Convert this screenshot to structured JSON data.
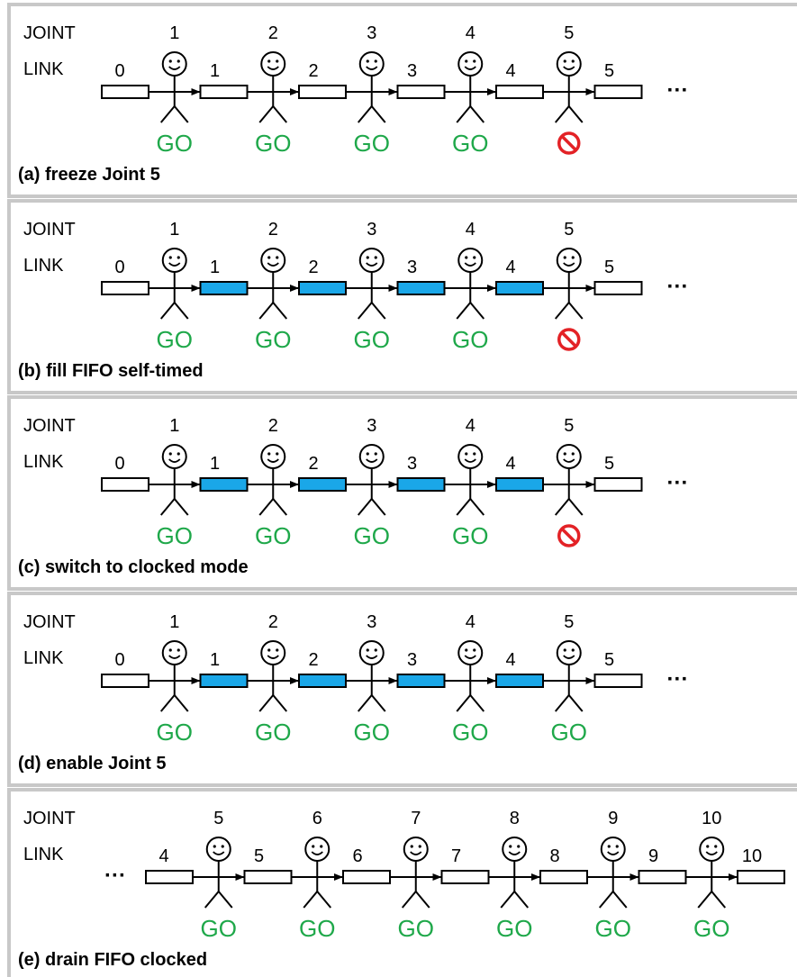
{
  "colors": {
    "panel_border": "#c8c8c8",
    "fifo_fill": "#1aa7e8",
    "empty_fill": "#ffffff",
    "go_text": "#1fa84a",
    "stop_sign": "#e32226"
  },
  "labels": {
    "joint": "JOINT",
    "link": "LINK",
    "go": "GO",
    "ellipsis": "···"
  },
  "panels": [
    {
      "caption": "(a) freeze Joint 5",
      "joints": [
        {
          "number": "1",
          "state": "go"
        },
        {
          "number": "2",
          "state": "go"
        },
        {
          "number": "3",
          "state": "go"
        },
        {
          "number": "4",
          "state": "go"
        },
        {
          "number": "5",
          "state": "stop"
        }
      ],
      "links": [
        {
          "number": "0",
          "filled": false
        },
        {
          "number": "1",
          "filled": false
        },
        {
          "number": "2",
          "filled": false
        },
        {
          "number": "3",
          "filled": false
        },
        {
          "number": "4",
          "filled": false
        },
        {
          "number": "5",
          "filled": false
        }
      ],
      "ellipsis_side": "right"
    },
    {
      "caption": "(b) fill FIFO self-timed",
      "joints": [
        {
          "number": "1",
          "state": "go"
        },
        {
          "number": "2",
          "state": "go"
        },
        {
          "number": "3",
          "state": "go"
        },
        {
          "number": "4",
          "state": "go"
        },
        {
          "number": "5",
          "state": "stop"
        }
      ],
      "links": [
        {
          "number": "0",
          "filled": false
        },
        {
          "number": "1",
          "filled": true
        },
        {
          "number": "2",
          "filled": true
        },
        {
          "number": "3",
          "filled": true
        },
        {
          "number": "4",
          "filled": true
        },
        {
          "number": "5",
          "filled": false
        }
      ],
      "ellipsis_side": "right"
    },
    {
      "caption": "(c) switch to clocked mode",
      "joints": [
        {
          "number": "1",
          "state": "go"
        },
        {
          "number": "2",
          "state": "go"
        },
        {
          "number": "3",
          "state": "go"
        },
        {
          "number": "4",
          "state": "go"
        },
        {
          "number": "5",
          "state": "stop"
        }
      ],
      "links": [
        {
          "number": "0",
          "filled": false
        },
        {
          "number": "1",
          "filled": true
        },
        {
          "number": "2",
          "filled": true
        },
        {
          "number": "3",
          "filled": true
        },
        {
          "number": "4",
          "filled": true
        },
        {
          "number": "5",
          "filled": false
        }
      ],
      "ellipsis_side": "right"
    },
    {
      "caption": "(d)  enable Joint 5",
      "joints": [
        {
          "number": "1",
          "state": "go"
        },
        {
          "number": "2",
          "state": "go"
        },
        {
          "number": "3",
          "state": "go"
        },
        {
          "number": "4",
          "state": "go"
        },
        {
          "number": "5",
          "state": "go"
        }
      ],
      "links": [
        {
          "number": "0",
          "filled": false
        },
        {
          "number": "1",
          "filled": true
        },
        {
          "number": "2",
          "filled": true
        },
        {
          "number": "3",
          "filled": true
        },
        {
          "number": "4",
          "filled": true
        },
        {
          "number": "5",
          "filled": false
        }
      ],
      "ellipsis_side": "right"
    },
    {
      "caption": "(e) drain FIFO clocked",
      "joints": [
        {
          "number": "5",
          "state": "go"
        },
        {
          "number": "6",
          "state": "go"
        },
        {
          "number": "7",
          "state": "go"
        },
        {
          "number": "8",
          "state": "go"
        },
        {
          "number": "9",
          "state": "go"
        },
        {
          "number": "10",
          "state": "go"
        }
      ],
      "links": [
        {
          "number": "4",
          "filled": false
        },
        {
          "number": "5",
          "filled": false
        },
        {
          "number": "6",
          "filled": false
        },
        {
          "number": "7",
          "filled": false
        },
        {
          "number": "8",
          "filled": false
        },
        {
          "number": "9",
          "filled": false
        },
        {
          "number": "10",
          "filled": false
        }
      ],
      "ellipsis_side": "left"
    }
  ]
}
